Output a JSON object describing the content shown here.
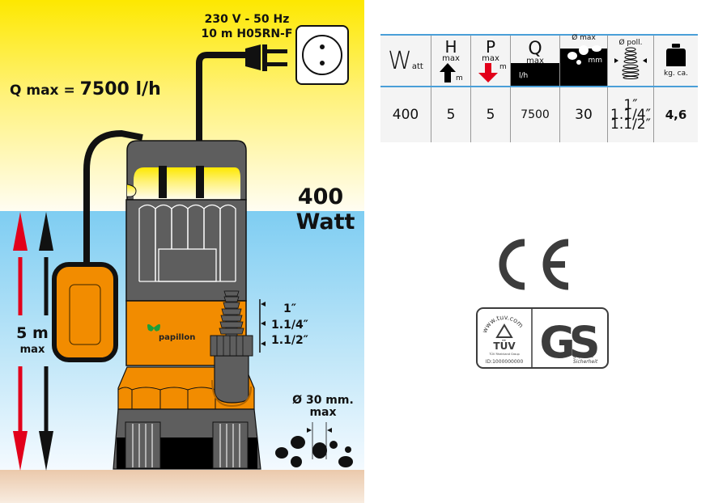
{
  "illustration": {
    "power_line1": "230 V - 50 Hz",
    "power_line2": "10 m  H05RN-F",
    "qmax_prefix": "Q max =",
    "qmax_value": "7500 l/h",
    "power_value": "400",
    "power_unit": "Watt",
    "depth_value": "5 m",
    "depth_sub": "max",
    "brand": "papillon",
    "outlet_sizes": [
      "1″",
      "1.1/4″",
      "1.1/2″"
    ],
    "particle_label": "Ø 30 mm.",
    "particle_sub": "max",
    "colors": {
      "sky_top": "#fde800",
      "sky_bottom": "#fffdf0",
      "water_top": "#7ecdf2",
      "water_bottom": "#f4faff",
      "ground_top": "#ebc9ab",
      "ground_bottom": "#f8ece0",
      "pump_orange": "#f28c00",
      "pump_grey": "#5e5e5e",
      "arrow_red": "#e2001a"
    }
  },
  "spec_table": {
    "headers": {
      "watt": {
        "big": "W",
        "small": "att"
      },
      "head": {
        "letter": "H",
        "sub": "max",
        "unit": "m"
      },
      "depth": {
        "letter": "P",
        "sub": "max",
        "unit": "m"
      },
      "flow": {
        "letter": "Q",
        "sub": "max",
        "unit": "l/h"
      },
      "particle": {
        "label": "Ø max",
        "unit": "mm"
      },
      "outlet": {
        "label": "Ø poll."
      },
      "weight": {
        "label": "kg. ca."
      }
    },
    "values": {
      "watt": "400",
      "head": "5",
      "depth": "5",
      "flow": "7500",
      "particle": "30",
      "outlet": [
        "1″",
        "1.1/4″",
        "1.1/2″"
      ],
      "weight": "4,6"
    },
    "border_color": "#4a9fd8"
  },
  "certifications": {
    "ce": "CE",
    "tuv_url": "www.tuv.com",
    "tuv_name": "TÜV",
    "tuv_group": "TÜV Rheinland Group",
    "tuv_id": "ID:1000000000",
    "gs": "GS",
    "gs_line1": "geprüfte",
    "gs_line2": "Sicherheit"
  }
}
